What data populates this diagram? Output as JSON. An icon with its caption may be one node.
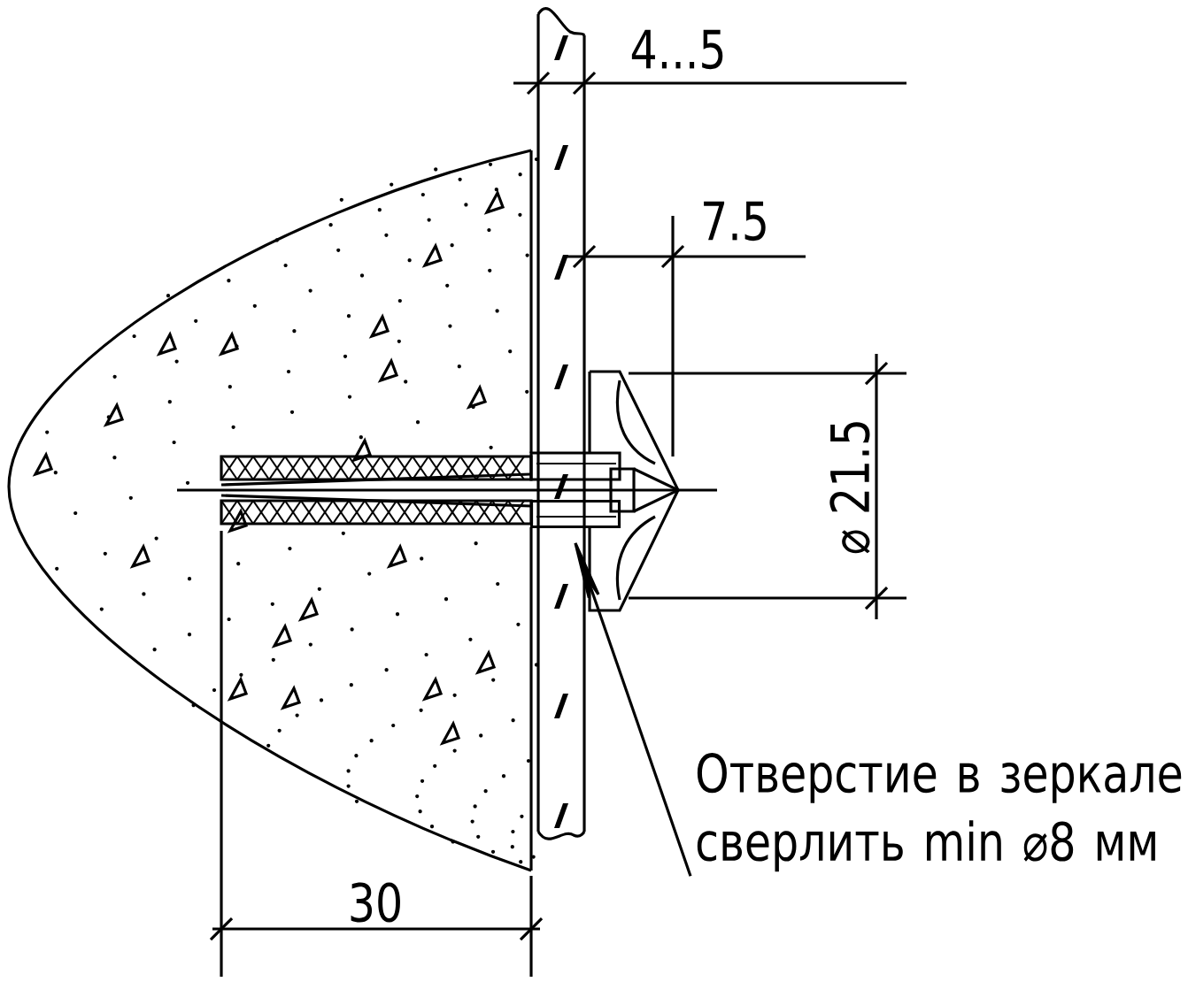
{
  "diagram": {
    "nodes": [
      {
        "text": [
          "Отверстие в зеркале сверлить min ⌀8 мм"
        ]
      },
      {
        "text": [],
        "shape": "box"
      }
    ],
    "edges": [
      {
        "from": 0,
        "to": 1,
        "arrow": "to"
      }
    ],
    "labels": [
      "4...5",
      "7.5",
      "⌀ 21.5",
      "30"
    ]
  }
}
